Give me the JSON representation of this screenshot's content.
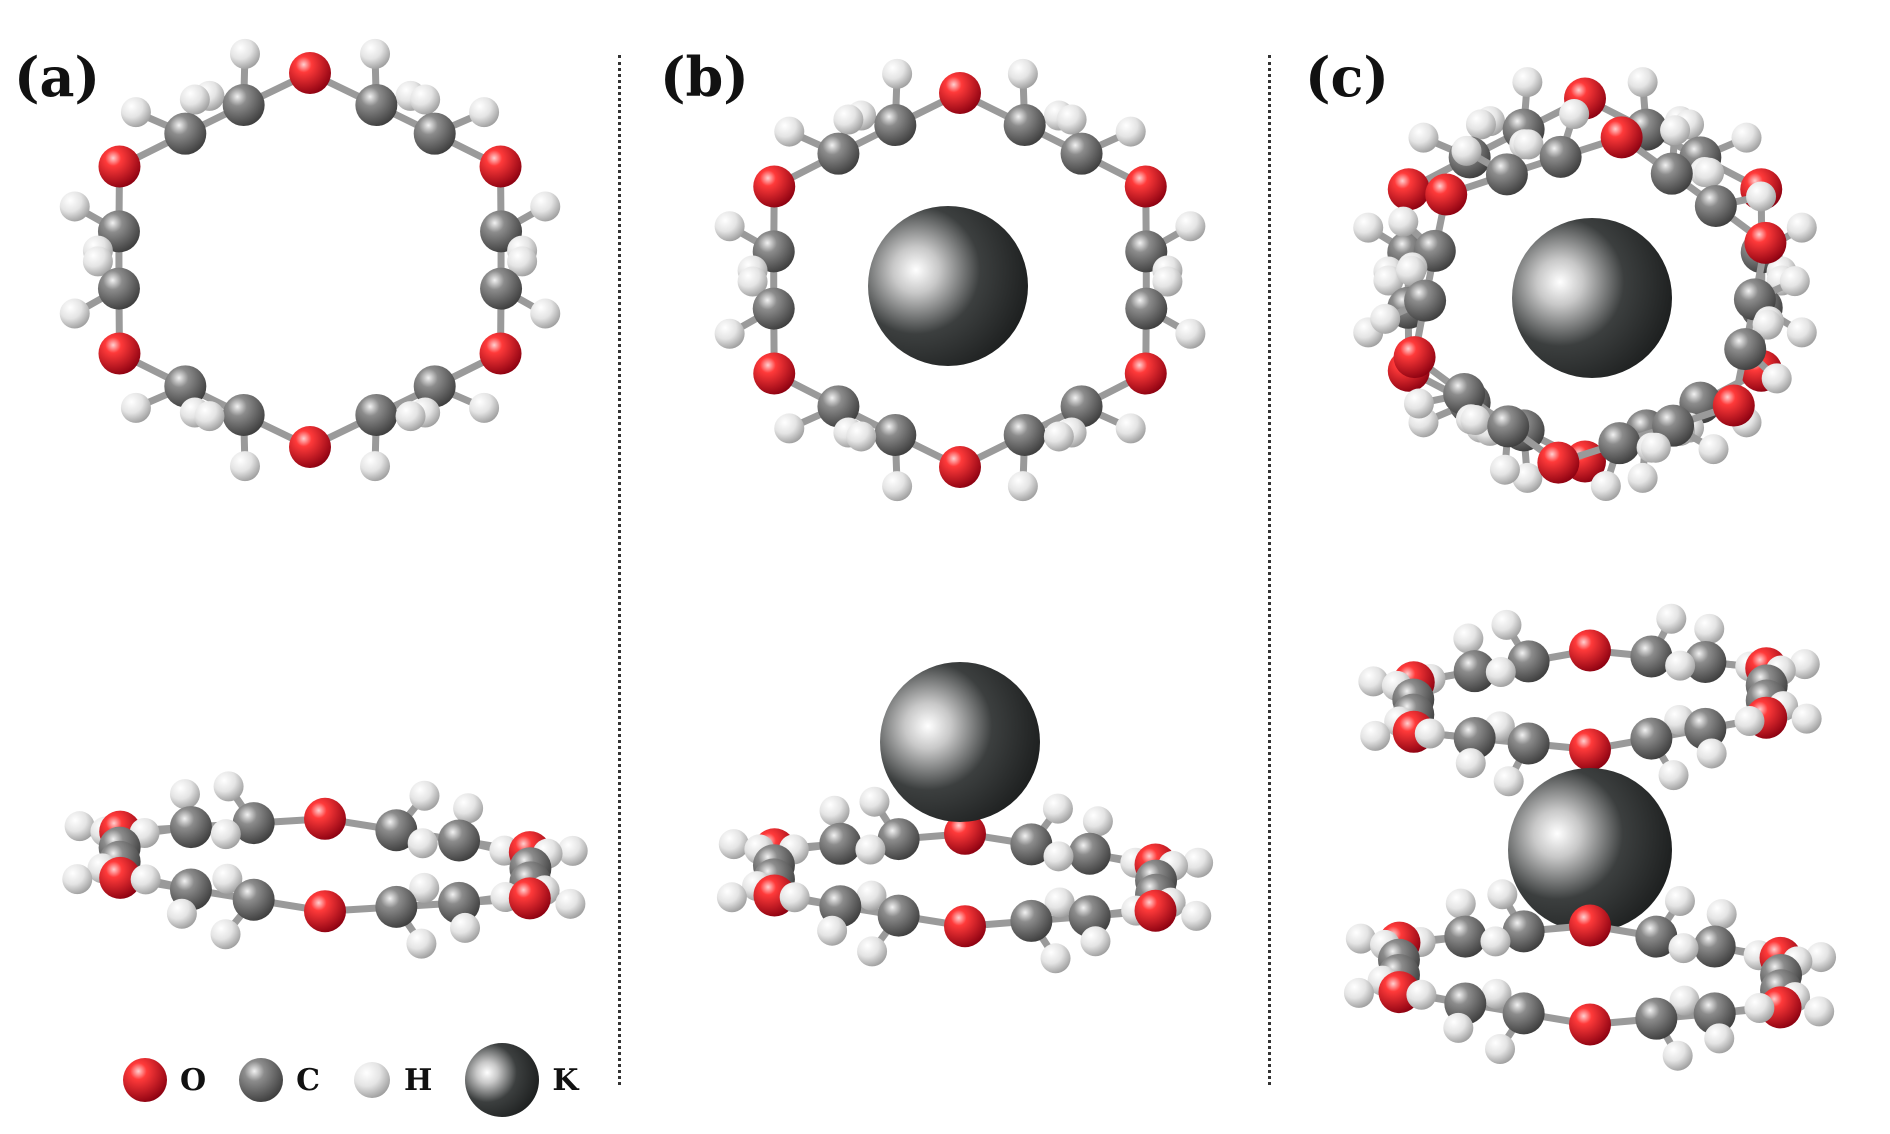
{
  "panels": [
    {
      "id": "a",
      "label": "(a)"
    },
    {
      "id": "b",
      "label": "(b)"
    },
    {
      "id": "c",
      "label": "(c)"
    }
  ],
  "legend": [
    {
      "element": "O",
      "symbol": "O",
      "color": "#d6101e"
    },
    {
      "element": "C",
      "symbol": "C",
      "color": "#6f6f6f"
    },
    {
      "element": "H",
      "symbol": "H",
      "color": "#e0e0e0"
    },
    {
      "element": "K",
      "symbol": "K",
      "color": "#2f3333"
    }
  ],
  "colors": {
    "oxygen": "#d6101e",
    "carbon": "#6f6f6f",
    "hydrogen": "#e0e0e0",
    "potassium": "#2f3333",
    "bond": "#9a9a9a",
    "divider": "#333333"
  }
}
